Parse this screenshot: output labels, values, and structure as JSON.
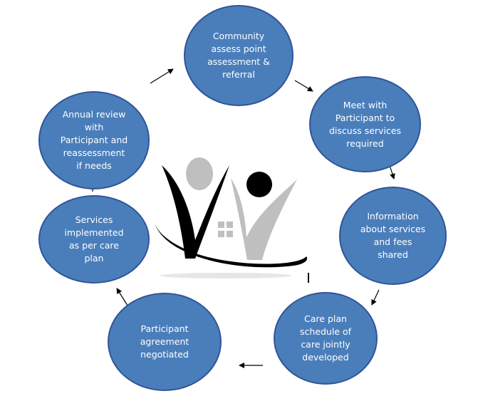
{
  "diagram": {
    "nodes": [
      {
        "id": "community-assessment",
        "label": "Community\nassess point\nassessment &\nreferral"
      },
      {
        "id": "meet-participant",
        "label": "Meet with\nParticipant to\ndiscuss services\nrequired"
      },
      {
        "id": "information-services",
        "label": "Information\nabout services\nand fees\nshared"
      },
      {
        "id": "care-plan",
        "label": "Care plan\nschedule of\ncare jointly\ndeveloped"
      },
      {
        "id": "participant-agreement",
        "label": "Participant\nagreement\nnegotiated"
      },
      {
        "id": "services-implemented",
        "label": "Services\nimplemented\nas per care\nplan"
      },
      {
        "id": "annual-review",
        "label": "Annual review\nwith\nParticipant and\nreassessment\nif needs"
      }
    ],
    "edges": [
      {
        "from": "community-assessment",
        "to": "meet-participant"
      },
      {
        "from": "meet-participant",
        "to": "information-services"
      },
      {
        "from": "information-services",
        "to": "care-plan"
      },
      {
        "from": "care-plan",
        "to": "participant-agreement"
      },
      {
        "from": "participant-agreement",
        "to": "services-implemented"
      },
      {
        "from": "services-implemented",
        "to": "annual-review"
      },
      {
        "from": "annual-review",
        "to": "community-assessment"
      }
    ],
    "logo": {
      "icon": "care-organization-logo-icon"
    }
  },
  "colors": {
    "node_fill": "#4a7ebb",
    "node_border": "#2f5597",
    "node_text": "#ffffff",
    "arrow": "#000000",
    "logo_dark": "#000000",
    "logo_gray": "#bfbfbf"
  }
}
